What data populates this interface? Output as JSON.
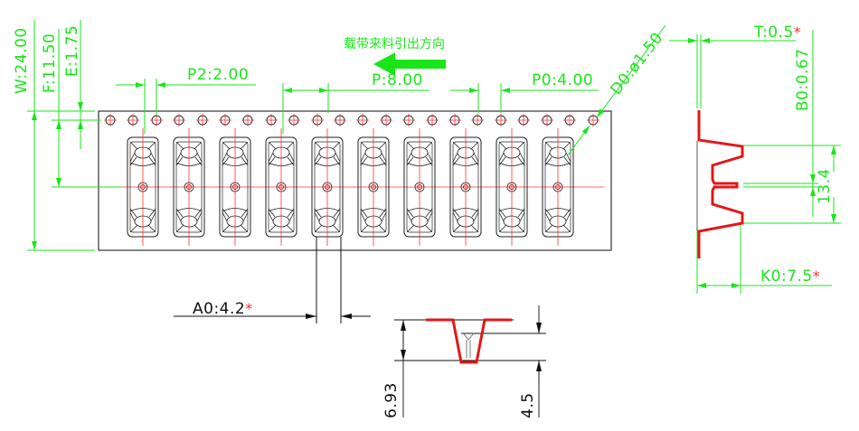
{
  "title_direction_text": "载带来料引出方向",
  "colors": {
    "dimension": "#19e619",
    "centerline": "#ff2a2a",
    "outline": "#222222",
    "profile": "#e01818"
  },
  "dimensions": {
    "W": "W:24.00",
    "F": "F:11.50",
    "E": "E:1.75",
    "P2": "P2:2.00",
    "P": "P:8.00",
    "P0": "P0:4.00",
    "D0": "D0:ø1.50",
    "T": "T:0.5",
    "B0": "B0:0.67",
    "B0_value_side": "13.4",
    "K0": "K0:7.5",
    "A0": "A0:4.2",
    "section_depth": "6.93",
    "section_inner": "4.5"
  },
  "critical_marker": "*",
  "tape": {
    "pocket_count": 10,
    "sprocket_hole_count": 22
  }
}
